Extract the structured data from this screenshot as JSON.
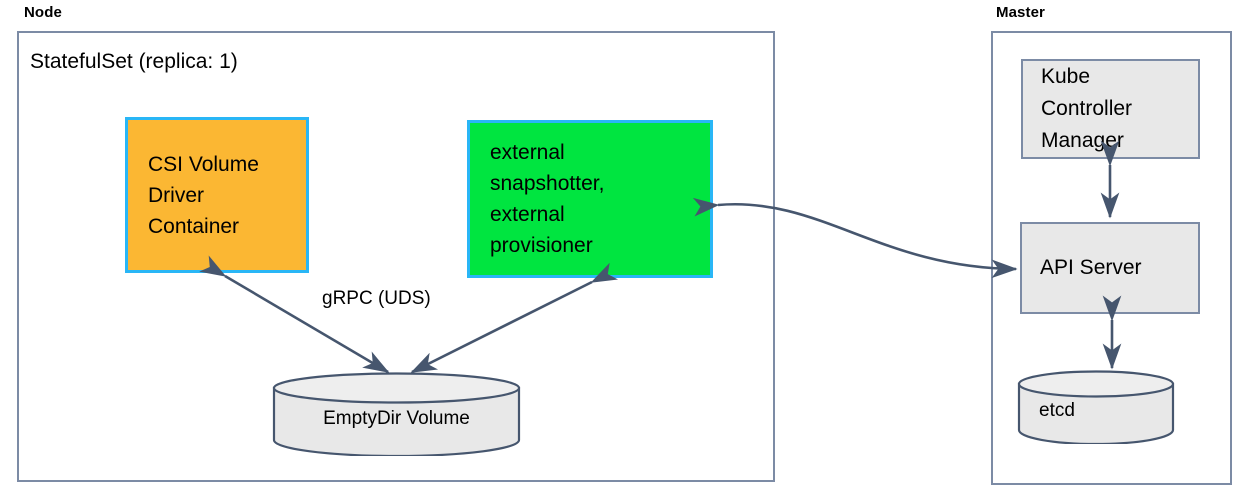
{
  "diagram": {
    "title_hidden": "",
    "groups": [
      {
        "key": "node",
        "label": "Node"
      },
      {
        "key": "master",
        "label": "Master"
      }
    ],
    "node": {
      "label": "Node",
      "statefulset_title": "StatefulSet (replica: 1)",
      "csi_driver": {
        "lines": [
          "CSI Volume",
          "Driver",
          "Container"
        ],
        "fill": "#fbb733",
        "stroke": "#29b6f6"
      },
      "externals": {
        "lines": [
          "external",
          "snapshotter,",
          "external",
          "provisioner"
        ],
        "fill": "#00e540",
        "stroke": "#29b6f6"
      },
      "emptydir": {
        "label": "EmptyDir Volume",
        "fill": "#e8e8e8",
        "stroke": "#46566e"
      },
      "grpc_label": "gRPC (UDS)"
    },
    "master": {
      "label": "Master",
      "kube_controller_manager": {
        "lines": [
          "Kube",
          "Controller",
          "Manager"
        ],
        "fill": "#e8e8e8",
        "stroke": "#7c8ba5"
      },
      "api_server": {
        "lines": [
          "API Server"
        ],
        "fill": "#e8e8e8",
        "stroke": "#7c8ba5"
      },
      "etcd": {
        "label": "etcd",
        "fill": "#e8e8e8",
        "stroke": "#46566e"
      }
    },
    "connectors": [
      {
        "name": "csi-to-emptydir",
        "label": "gRPC (UDS)",
        "bidirectional": true
      },
      {
        "name": "externals-to-emptydir",
        "label": "",
        "bidirectional": true
      },
      {
        "name": "externals-to-apiserver",
        "label": "",
        "bidirectional": true
      },
      {
        "name": "kcm-to-apiserver",
        "label": "",
        "bidirectional": true
      },
      {
        "name": "apiserver-to-etcd",
        "label": "",
        "bidirectional": true
      }
    ],
    "colors": {
      "container_border": "#7c8ba5",
      "arrow": "#46566e",
      "accent_cyan": "#29b6f6",
      "orange": "#fbb733",
      "green": "#00e540",
      "gray_fill": "#e8e8e8"
    }
  }
}
